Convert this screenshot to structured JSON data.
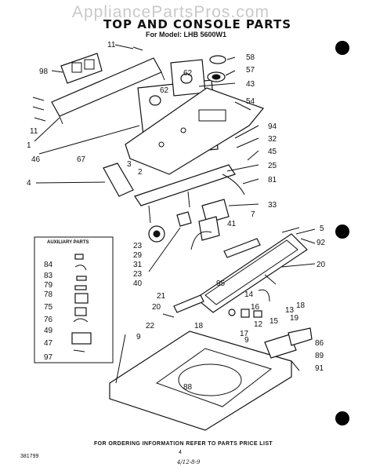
{
  "header": {
    "watermark": "AppliancePartsPros.com",
    "title": "TOP AND CONSOLE PARTS",
    "subtitle": "For Model: LHB 5600W1"
  },
  "footer": {
    "instruction": "FOR ORDERING INFORMATION REFER TO PARTS PRICE LIST",
    "doc_number": "381799",
    "page": "4",
    "handwritten_note": "4/12-8-9"
  },
  "auxiliary_box": {
    "title": "AUXILIARY PARTS",
    "labels": [
      "84",
      "83",
      "79",
      "78",
      "75",
      "76",
      "49",
      "47",
      "97"
    ]
  },
  "callouts": [
    "11",
    "98",
    "62",
    "62",
    "58",
    "57",
    "43",
    "54",
    "11",
    "1",
    "46",
    "67",
    "94",
    "32",
    "45",
    "25",
    "81",
    "4",
    "3",
    "2",
    "33",
    "41",
    "23",
    "29",
    "31",
    "23",
    "40",
    "5",
    "92",
    "7",
    "20",
    "95",
    "21",
    "20",
    "14",
    "18",
    "16",
    "13",
    "19",
    "15",
    "12",
    "17",
    "18",
    "22",
    "9",
    "9",
    "86",
    "89",
    "91",
    "88"
  ]
}
